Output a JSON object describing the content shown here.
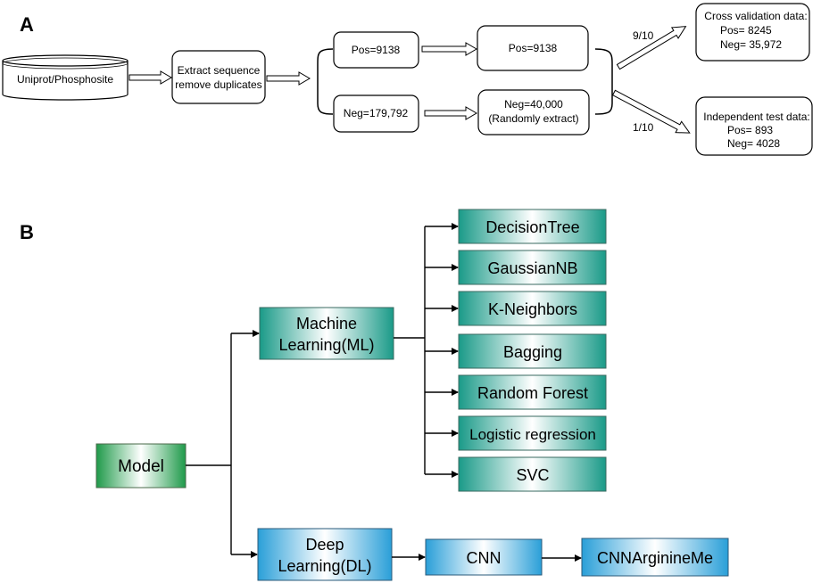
{
  "panel_a": {
    "label": "A",
    "database": "Uniprot/Phosphosite",
    "extract": [
      "Extract sequence",
      "remove duplicates"
    ],
    "pos_raw": "Pos=9138",
    "neg_raw": "Neg=179,792",
    "pos_kept": "Pos=9138",
    "neg_sampled": [
      "Neg=40,000",
      "(Randomly extract)"
    ],
    "split_cv": "9/10",
    "split_test": "1/10",
    "cv_box": [
      "Cross validation data:",
      "Pos= 8245",
      "Neg= 35,972"
    ],
    "test_box": [
      "Independent test data:",
      "Pos= 893",
      "Neg= 4028"
    ]
  },
  "panel_b": {
    "label": "B",
    "model": "Model",
    "ml": [
      "Machine",
      "Learning(ML)"
    ],
    "dl": [
      "Deep",
      "Learning(DL)"
    ],
    "ml_models": [
      "DecisionTree",
      "GaussianNB",
      "K-Neighbors",
      "Bagging",
      "Random Forest",
      "Logistic regression",
      "SVC"
    ],
    "cnn": "CNN",
    "final": "CNNArginineMe"
  },
  "colors": {
    "green": "#1f9a4a",
    "teal": "#1a9a88",
    "blue": "#2a9fd8"
  }
}
